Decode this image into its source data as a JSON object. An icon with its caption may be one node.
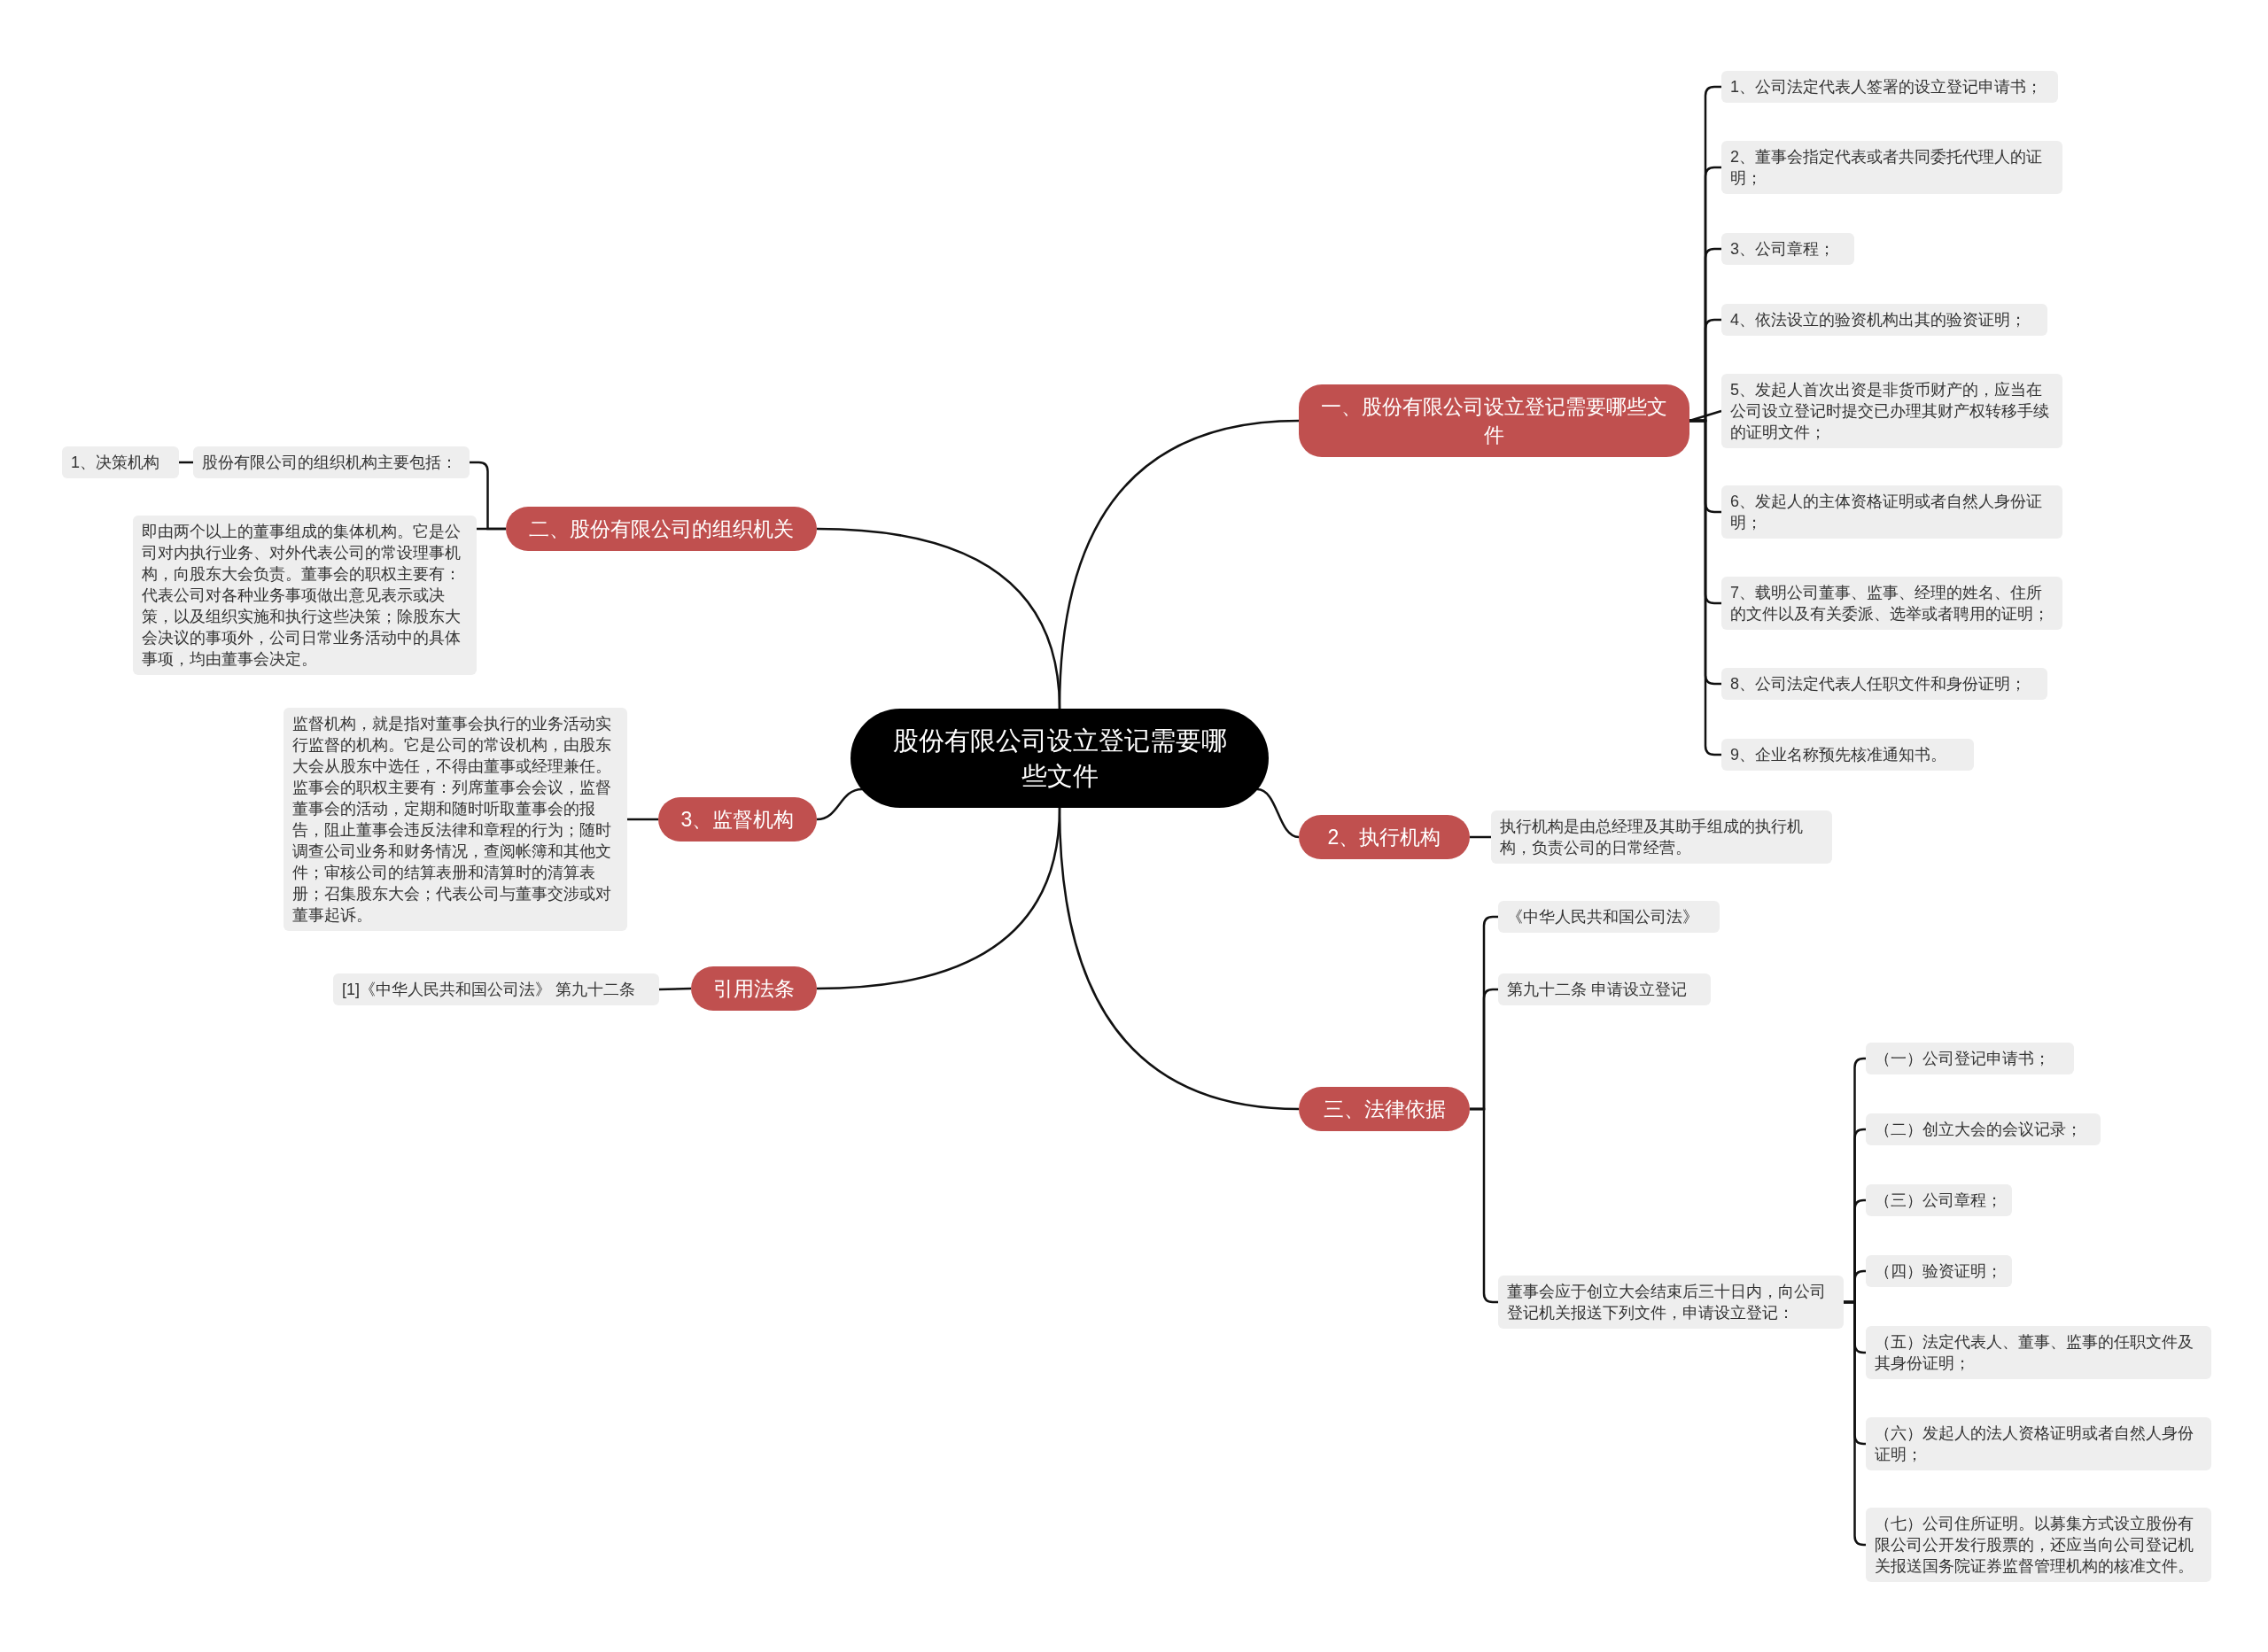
{
  "diagram": {
    "nodes": [
      {
        "text": [
          "股份有限公司设立登记需要哪些文件"
        ]
      },
      {
        "text": [
          "一、股份有限公司设立登记需要哪些文件"
        ]
      },
      {
        "text": [
          "1、公司法定代表人签署的设立登记申请书；"
        ]
      },
      {
        "text": [
          "2、董事会指定代表或者共同委托代理人的证明；"
        ]
      },
      {
        "text": [
          "3、公司章程；"
        ]
      },
      {
        "text": [
          "4、依法设立的验资机构出其的验资证明；"
        ]
      },
      {
        "text": [
          "5、发起人首次出资是非货币财产的，应当在公司设立登记时提交已办理其财产权转移手续的证明文件；"
        ]
      },
      {
        "text": [
          "6、发起人的主体资格证明或者自然人身份证明；"
        ]
      },
      {
        "text": [
          "7、载明公司董事、监事、经理的姓名、住所的文件以及有关委派、选举或者聘用的证明；"
        ]
      },
      {
        "text": [
          "8、公司法定代表人任职文件和身份证明；"
        ]
      },
      {
        "text": [
          "9、企业名称预先核准通知书。"
        ]
      },
      {
        "text": [
          "二、股份有限公司的组织机关"
        ]
      },
      {
        "text": [
          "股份有限公司的组织机构主要包括："
        ]
      },
      {
        "text": [
          "1、决策机构"
        ]
      },
      {
        "text": [
          "即由两个以上的董事组成的集体机构。它是公司对内执行业务、对外代表公司的常设理事机构，向股东大会负责。董事会的职权主要有：代表公司对各种业务事项做出意见表示或决策，以及组织实施和执行这些决策；除股东大会决议的事项外，公司日常业务活动中的具体事项，均由董事会决定。"
        ]
      },
      {
        "text": [
          "3、监督机构"
        ]
      },
      {
        "text": [
          "监督机构，就是指对董事会执行的业务活动实行监督的机构。它是公司的常设机构，由股东大会从股东中选任，不得由董事或经理兼任。监事会的职权主要有：列席董事会会议，监督董事会的活动，定期和随时听取董事会的报告，阻止董事会违反法律和章程的行为；随时调查公司业务和财务情况，查阅帐簿和其他文件；审核公司的结算表册和清算时的清算表册；召集股东大会；代表公司与董事交涉或对董事起诉。"
        ]
      },
      {
        "text": [
          "引用法条"
        ]
      },
      {
        "text": [
          "[1]《中华人民共和国公司法》 第九十二条"
        ]
      },
      {
        "text": [
          "2、执行机构"
        ]
      },
      {
        "text": [
          "执行机构是由总经理及其助手组成的执行机构，负责公司的日常经营。"
        ]
      },
      {
        "text": [
          "三、法律依据"
        ]
      },
      {
        "text": [
          "《中华人民共和国公司法》"
        ]
      },
      {
        "text": [
          "第九十二条 申请设立登记"
        ]
      },
      {
        "text": [
          "董事会应于创立大会结束后三十日内，向公司登记机关报送下列文件，申请设立登记："
        ]
      },
      {
        "text": [
          "（一）公司登记申请书；"
        ]
      },
      {
        "text": [
          "（二）创立大会的会议记录；"
        ]
      },
      {
        "text": [
          "（三）公司章程；"
        ]
      },
      {
        "text": [
          "（四）验资证明；"
        ]
      },
      {
        "text": [
          "（五）法定代表人、董事、监事的任职文件及其身份证明；"
        ]
      },
      {
        "text": [
          "（六）发起人的法人资格证明或者自然人身份证明；"
        ]
      },
      {
        "text": [
          "（七）公司住所证明。以募集方式设立股份有限公司公开发行股票的，还应当向公司登记机关报送国务院证券监督管理机构的核准文件。"
        ]
      }
    ],
    "edges": [
      {
        "from": 0,
        "to": 1,
        "arrow": "none"
      },
      {
        "from": 1,
        "to": 2,
        "arrow": "none"
      },
      {
        "from": 1,
        "to": 3,
        "arrow": "none"
      },
      {
        "from": 1,
        "to": 4,
        "arrow": "none"
      },
      {
        "from": 1,
        "to": 5,
        "arrow": "none"
      },
      {
        "from": 1,
        "to": 6,
        "arrow": "none"
      },
      {
        "from": 1,
        "to": 7,
        "arrow": "none"
      },
      {
        "from": 1,
        "to": 8,
        "arrow": "none"
      },
      {
        "from": 1,
        "to": 9,
        "arrow": "none"
      },
      {
        "from": 1,
        "to": 10,
        "arrow": "none"
      },
      {
        "from": 0,
        "to": 11,
        "arrow": "none"
      },
      {
        "from": 11,
        "to": 12,
        "arrow": "none"
      },
      {
        "from": 12,
        "to": 13,
        "arrow": "none"
      },
      {
        "from": 11,
        "to": 14,
        "arrow": "none"
      },
      {
        "from": 0,
        "to": 15,
        "arrow": "none"
      },
      {
        "from": 15,
        "to": 16,
        "arrow": "none"
      },
      {
        "from": 0,
        "to": 17,
        "arrow": "none"
      },
      {
        "from": 17,
        "to": 18,
        "arrow": "none"
      },
      {
        "from": 0,
        "to": 19,
        "arrow": "none"
      },
      {
        "from": 19,
        "to": 20,
        "arrow": "none"
      },
      {
        "from": 0,
        "to": 21,
        "arrow": "none"
      },
      {
        "from": 21,
        "to": 22,
        "arrow": "none"
      },
      {
        "from": 21,
        "to": 23,
        "arrow": "none"
      },
      {
        "from": 21,
        "to": 24,
        "arrow": "none"
      },
      {
        "from": 24,
        "to": 25,
        "arrow": "none"
      },
      {
        "from": 24,
        "to": 26,
        "arrow": "none"
      },
      {
        "from": 24,
        "to": 27,
        "arrow": "none"
      },
      {
        "from": 24,
        "to": 28,
        "arrow": "none"
      },
      {
        "from": 24,
        "to": 29,
        "arrow": "none"
      },
      {
        "from": 24,
        "to": 30,
        "arrow": "none"
      },
      {
        "from": 24,
        "to": 31,
        "arrow": "none"
      }
    ]
  }
}
